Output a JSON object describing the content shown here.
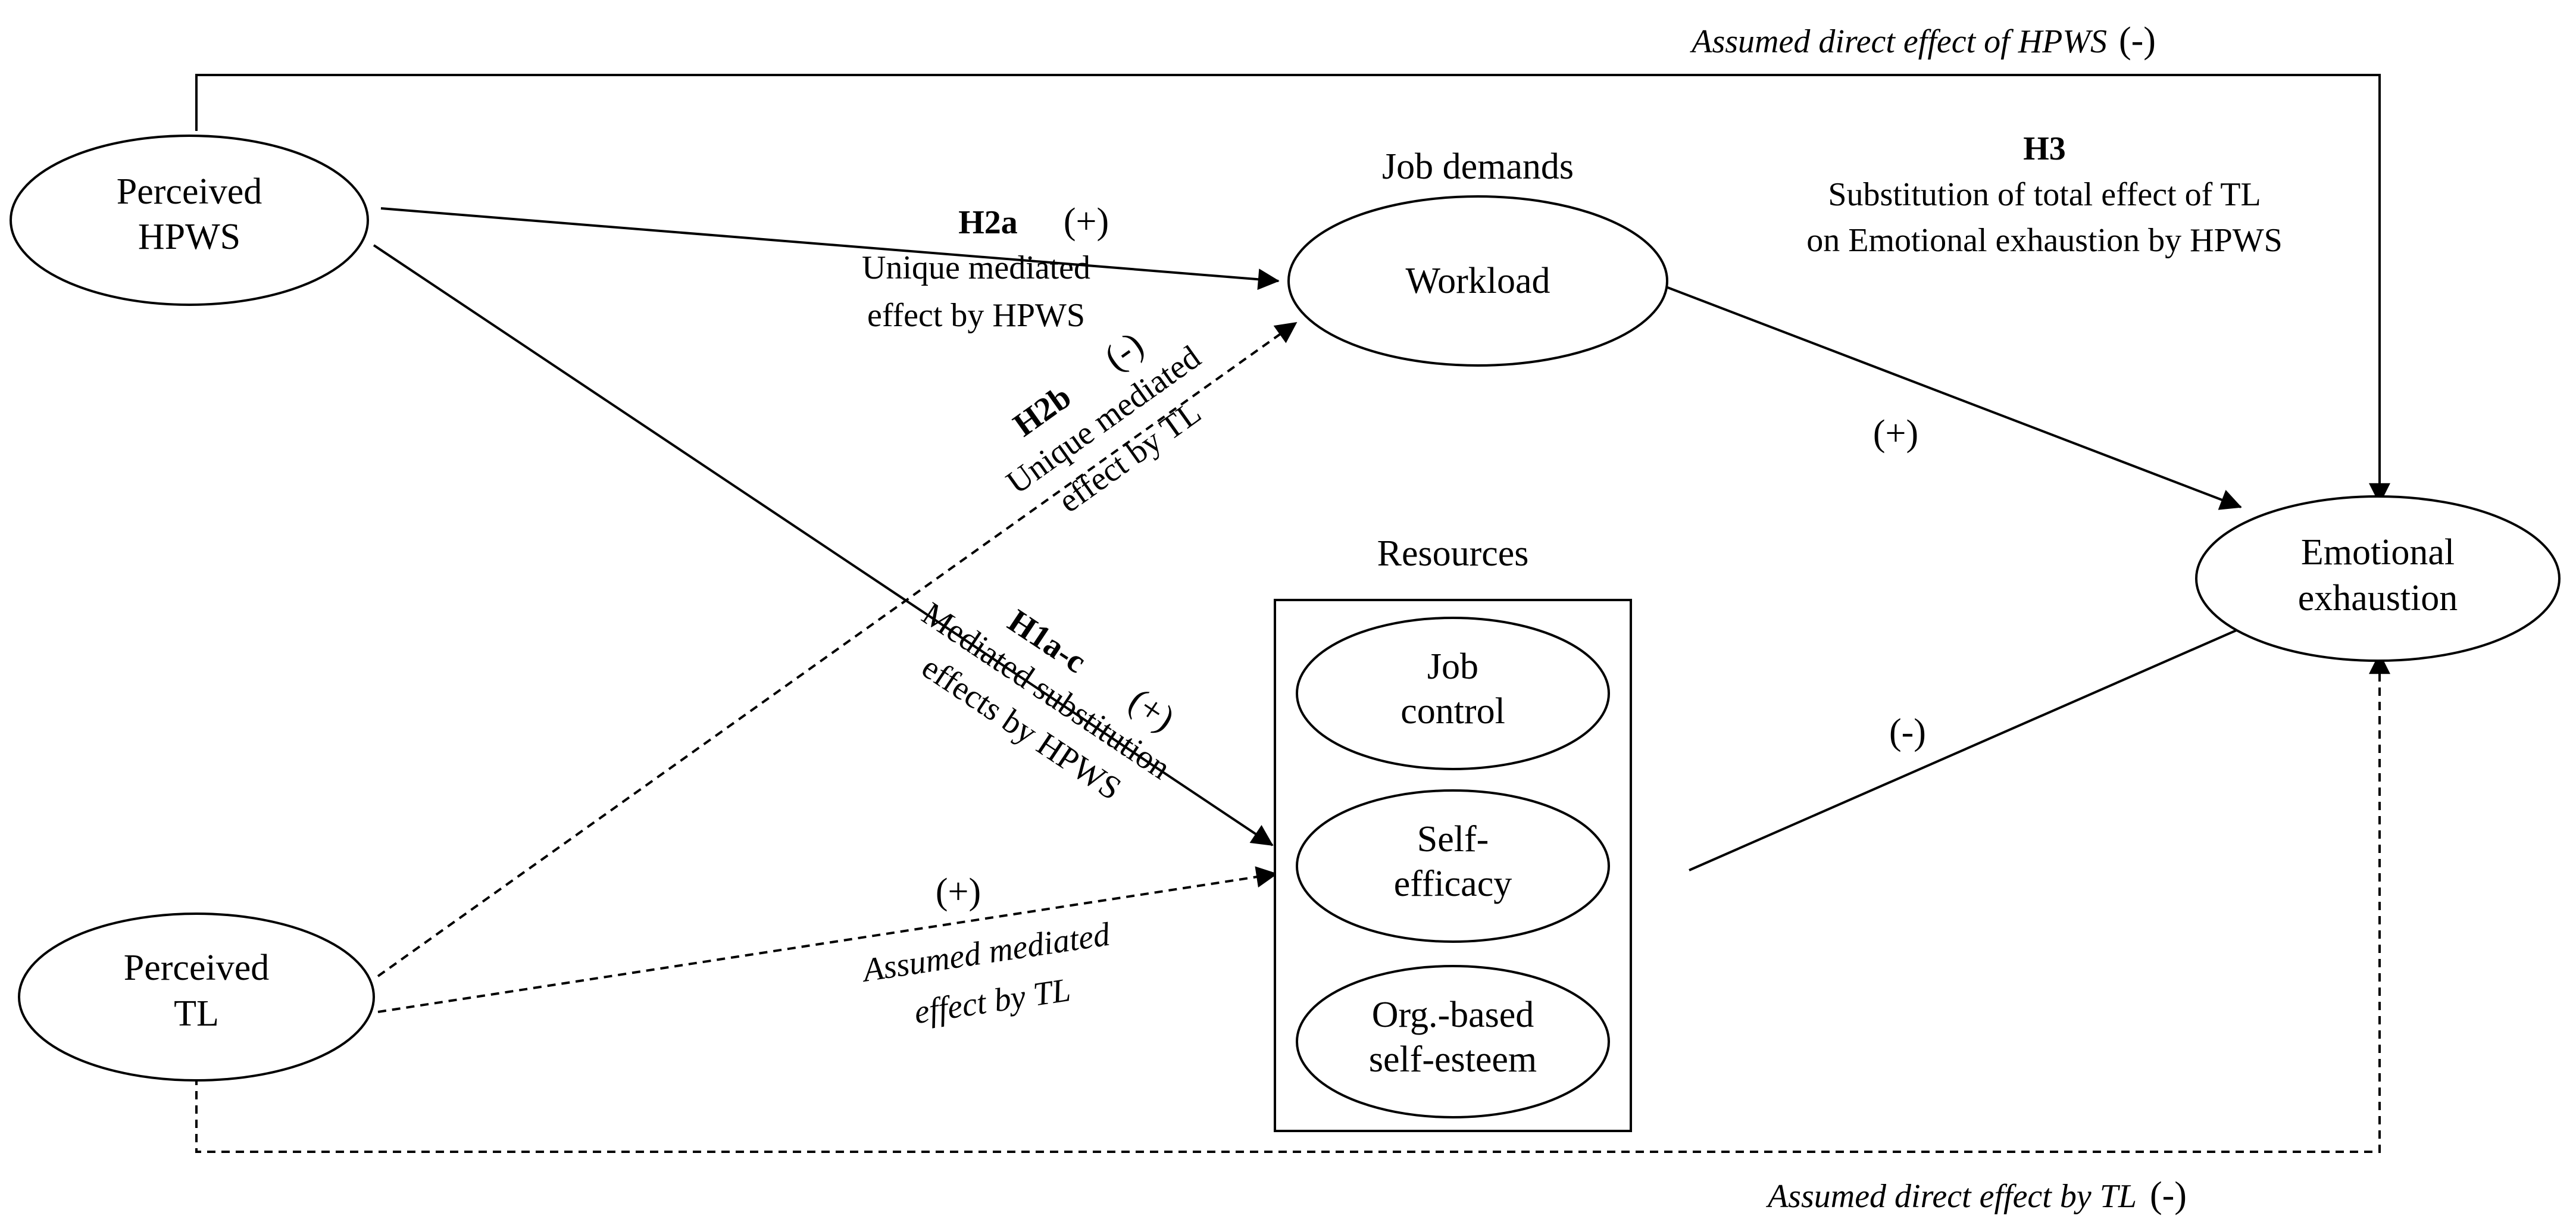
{
  "nodes": {
    "hpws": [
      "Perceived",
      "HPWS"
    ],
    "tl": [
      "Perceived",
      "TL"
    ],
    "workload": "Workload",
    "job_control": [
      "Job",
      "control"
    ],
    "self_efficacy": [
      "Self-",
      "efficacy"
    ],
    "org_esteem": [
      "Org.-based",
      "self-esteem"
    ],
    "exhaustion": [
      "Emotional",
      "exhaustion"
    ]
  },
  "groups": {
    "job_demands": "Job demands",
    "resources": "Resources"
  },
  "labels": {
    "h3": {
      "code": "H3",
      "lines": [
        "Substitution of total effect of TL",
        "on Emotional  exhaustion by HPWS"
      ]
    },
    "direct_hpws": {
      "text": "Assumed direct effect of  HPWS",
      "sign": "(-)"
    },
    "direct_tl": {
      "text": "Assumed direct effect by TL",
      "sign": "(-)"
    },
    "h2a": {
      "code": "H2a",
      "sign": "(+)",
      "lines": [
        "Unique mediated",
        "effect by HPWS"
      ]
    },
    "h2b": {
      "code": "H2b",
      "sign": "(-)",
      "lines": [
        "Unique mediated",
        "effect by TL"
      ]
    },
    "h1": {
      "code": "H1a-c",
      "sign": "(+)",
      "lines": [
        "Mediated substitution",
        "effects by HPWS"
      ]
    },
    "tl_resources": {
      "sign": "(+)",
      "lines": [
        "Assumed mediated",
        "effect by TL"
      ]
    },
    "workload_exhaustion": {
      "sign": "(+)"
    },
    "resources_exhaustion": {
      "sign": "(-)"
    }
  },
  "edges": [
    {
      "from": "Perceived HPWS",
      "to": "Emotional exhaustion",
      "style": "solid"
    },
    {
      "from": "Perceived HPWS",
      "to": "Workload",
      "style": "solid"
    },
    {
      "from": "Perceived HPWS",
      "to": "Resources",
      "style": "solid"
    },
    {
      "from": "Perceived TL",
      "to": "Workload",
      "style": "dashed"
    },
    {
      "from": "Perceived TL",
      "to": "Resources",
      "style": "dashed"
    },
    {
      "from": "Perceived TL",
      "to": "Emotional exhaustion",
      "style": "dashed"
    },
    {
      "from": "Workload",
      "to": "Emotional exhaustion",
      "style": "solid"
    },
    {
      "from": "Resources",
      "to": "Emotional exhaustion",
      "style": "solid"
    }
  ]
}
